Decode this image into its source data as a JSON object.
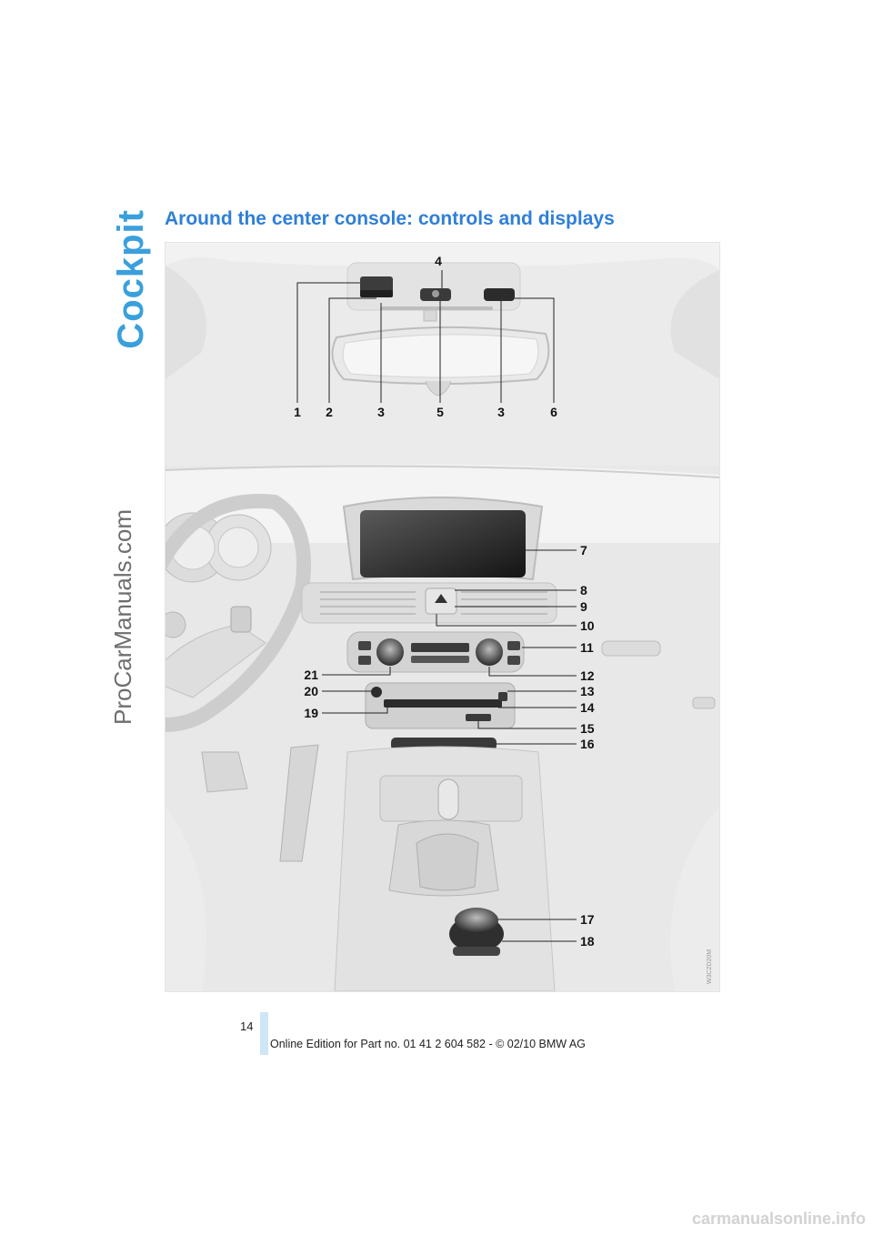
{
  "page": {
    "section": "Cockpit",
    "heading": "Around the center console: controls and displays",
    "page_number": "14",
    "footer": "Online Edition for Part no. 01 41 2 604 582 - © 02/10 BMW AG",
    "side_watermark": "ProCarManuals.com",
    "bottom_watermark": "carmanualsonline.info",
    "figure_code": "W3C2D20M"
  },
  "callouts": {
    "top_row": [
      "1",
      "2",
      "3",
      "5",
      "3",
      "6"
    ],
    "top_label": "4",
    "right_column": [
      "7",
      "8",
      "9",
      "10",
      "11",
      "12",
      "13",
      "14",
      "15",
      "16",
      "17",
      "18"
    ],
    "left_column": [
      "21",
      "20",
      "19"
    ]
  },
  "colors": {
    "section_tab": "#3aa0dc",
    "heading": "#2f7fd6",
    "footer_bar": "#cfe6f7"
  }
}
